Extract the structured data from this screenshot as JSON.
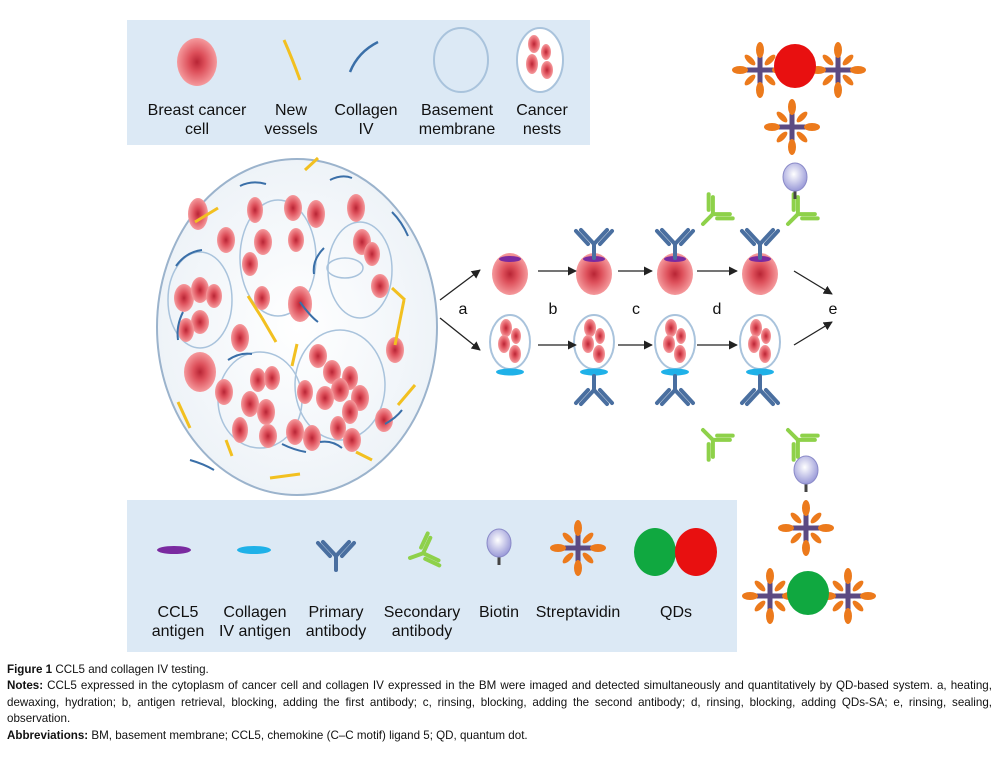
{
  "legend_top": {
    "items": [
      {
        "line1": "Breast cancer",
        "line2": "cell"
      },
      {
        "line1": "New",
        "line2": "vessels"
      },
      {
        "line1": "Collagen",
        "line2": "IV"
      },
      {
        "line1": "Basement",
        "line2": "membrane"
      },
      {
        "line1": "Cancer",
        "line2": "nests"
      }
    ]
  },
  "legend_bottom": {
    "items": [
      {
        "line1": "CCL5",
        "line2": "antigen"
      },
      {
        "line1": "Collagen",
        "line2": "IV antigen"
      },
      {
        "line1": "Primary",
        "line2": "antibody"
      },
      {
        "line1": "Secondary",
        "line2": "antibody"
      },
      {
        "line1": "Biotin",
        "line2": ""
      },
      {
        "line1": "Streptavidin",
        "line2": ""
      },
      {
        "line1": "QDs",
        "line2": ""
      }
    ]
  },
  "steps": [
    "a",
    "b",
    "c",
    "d",
    "e"
  ],
  "colors": {
    "legend_bg": "#dce9f5",
    "cell": "#e8636b",
    "vessel": "#f2c020",
    "collagen": "#3a6fa8",
    "membrane": "#a9c3dc",
    "ccl5_antigen": "#7a2aa0",
    "collagen_antigen": "#1fb1e8",
    "primary_antibody": "#4a6fa0",
    "secondary_antibody": "#8ed14a",
    "streptavidin_arm": "#ec7a1c",
    "streptavidin_core": "#5c4a82",
    "qd_red": "#e81010",
    "qd_green": "#10a840"
  },
  "caption": {
    "figure_label": "Figure 1",
    "figure_title": "CCL5 and collagen IV testing.",
    "notes_label": "Notes:",
    "notes_text": "CCL5 expressed in the cytoplasm of cancer cell and collagen IV expressed in the BM were imaged and detected simultaneously and quantitatively by QD-based system. a, heating, dewaxing, hydration; b, antigen retrieval, blocking, adding the first antibody; c, rinsing, blocking, adding the second antibody; d, rinsing, blocking, adding QDs-SA; e, rinsing, sealing, observation.",
    "abbr_label": "Abbreviations:",
    "abbr_text": "BM, basement membrane; CCL5, chemokine (C–C motif) ligand 5; QD, quantum dot."
  }
}
